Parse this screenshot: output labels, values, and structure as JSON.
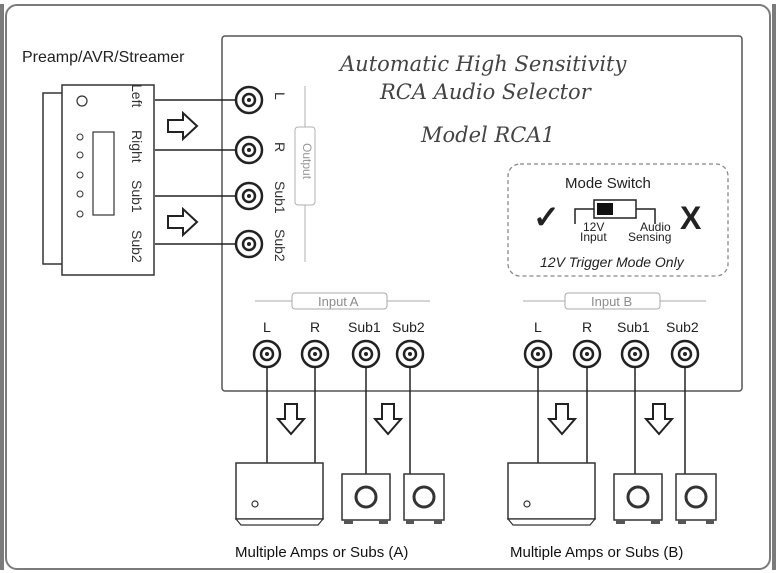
{
  "source_device": {
    "label": "Preamp/AVR/Streamer",
    "ports": [
      "Left",
      "Right",
      "Sub1",
      "Sub2"
    ]
  },
  "selector": {
    "title_line1": "Automatic High Sensitivity",
    "title_line2": "RCA Audio Selector",
    "model": "Model RCA1",
    "output_group": "Output",
    "outputs": [
      "L",
      "R",
      "Sub1",
      "Sub2"
    ]
  },
  "mode_switch": {
    "title": "Mode Switch",
    "left_option_line1": "12V",
    "left_option_line2": "Input",
    "right_option_line1": "Audio",
    "right_option_line2": "Sensing",
    "left_mark": "✓",
    "right_mark": "X",
    "note": "12V Trigger Mode Only"
  },
  "input_a": {
    "label": "Input A",
    "channels": [
      "L",
      "R",
      "Sub1",
      "Sub2"
    ]
  },
  "input_b": {
    "label": "Input B",
    "channels": [
      "L",
      "R",
      "Sub1",
      "Sub2"
    ]
  },
  "captions": {
    "a": "Multiple Amps or Subs (A)",
    "b": "Multiple Amps or Subs (B)"
  },
  "colors": {
    "line": "#222222",
    "frame": "#7b7b7b",
    "grey": "#9a9a9a"
  }
}
